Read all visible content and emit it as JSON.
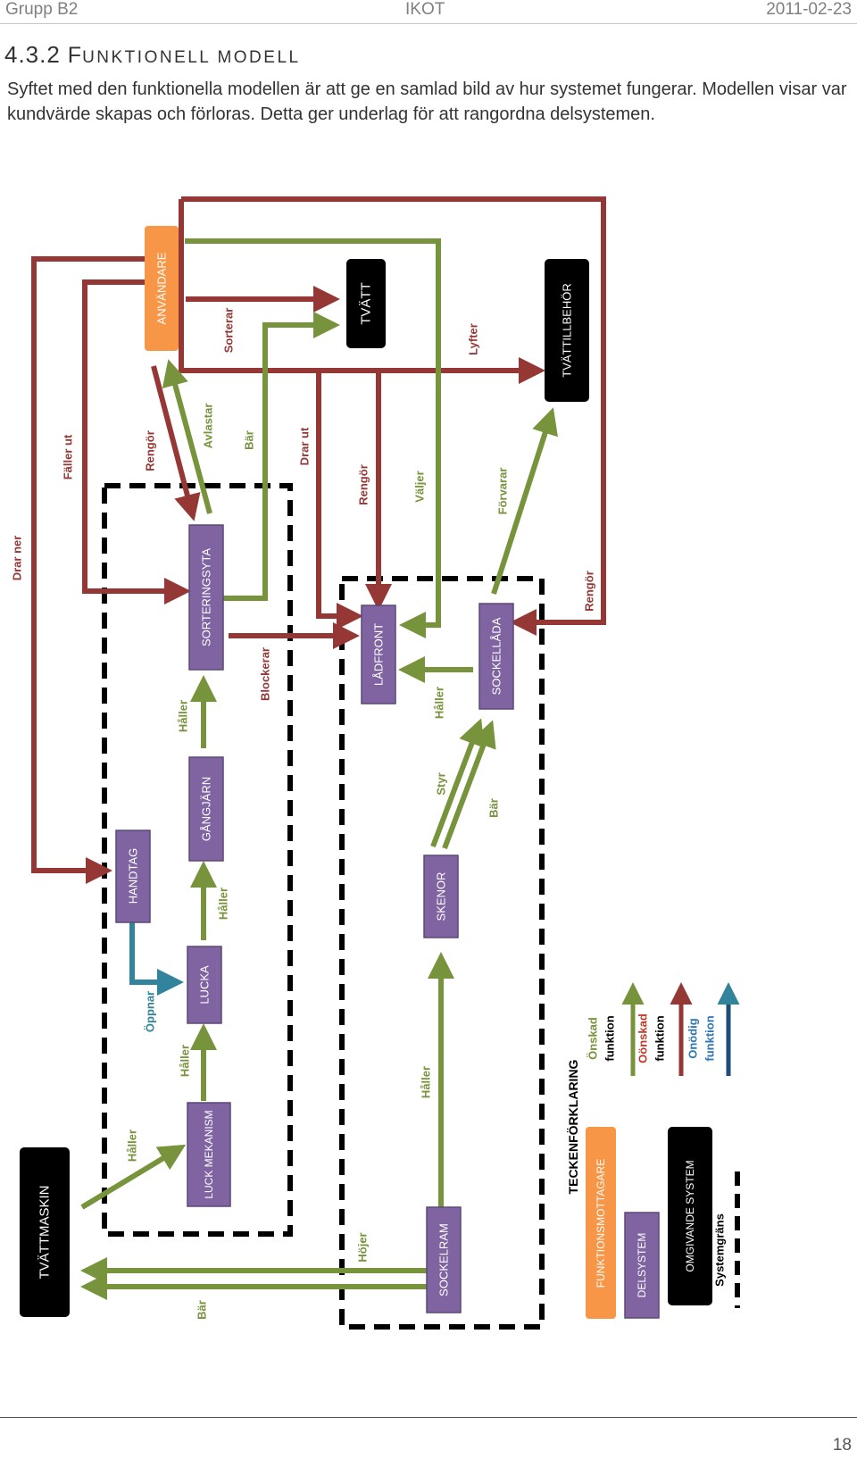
{
  "header": {
    "group": "Grupp B2",
    "course": "IKOT",
    "date": "2011-02-23"
  },
  "section": {
    "number": "4.3.2",
    "first_letter": "F",
    "title_rest": "UNKTIONELL MODELL"
  },
  "body": "Syftet med den funktionella modellen är att ge en samlad bild av hur systemet fungerar. Modellen visar var kundvärde skapas och förloras. Detta ger underlag för att rangordna delsystemen.",
  "colors": {
    "desired": "#77933c",
    "undesired": "#953735",
    "unnecessary": "#31849b",
    "receiver": "#f79646",
    "subsystem": "#8064a2",
    "environment": "#000000"
  },
  "nodes": {
    "anvandare": "ANVÄNDARE",
    "tvatt": "TVÄTT",
    "tvattillbehor": "TVÄTTILLBEHÖR",
    "sorteringsyta": "SORTERINGSYTA",
    "gangjarn": "GÅNGJÄRN",
    "handtag": "HANDTAG",
    "lucka": "LUCKA",
    "luckmekanism": "LUCK MEKANISM",
    "ladfront": "LÅDFRONT",
    "sockellada": "SOCKELLÅDA",
    "skenor": "SKENOR",
    "sockelram": "SOCKELRAM",
    "tvattmaskin": "TVÄTTMASKIN"
  },
  "labels": {
    "sorterar": "Sorterar",
    "lyfter": "Lyfter",
    "faller_ut": "Fäller ut",
    "drar_ner": "Drar ner",
    "rengor_1": "Rengör",
    "avlastar": "Avlastar",
    "bar_1": "Bär",
    "drar_ut": "Drar ut",
    "rengor_2": "Rengör",
    "valjer": "Väljer",
    "forvarar": "Förvarar",
    "rengor_3": "Rengör",
    "blockerar": "Blockerar",
    "haller_1": "Håller",
    "haller_2": "Håller",
    "haller_3": "Håller",
    "oppnar": "Öppnar",
    "haller_4": "Håller",
    "haller_5": "Håller",
    "styr": "Styr",
    "bar_2": "Bär",
    "haller_6": "Håller",
    "hojer": "Höjer",
    "bar_3": "Bär"
  },
  "legend": {
    "title": "TECKENFÖRKLARING",
    "receiver": "FUNKTIONSMOTTAGARE",
    "subsystem": "DELSYSTEM",
    "environment": "OMGIVANDE SYSTEM",
    "boundary": "Systemgräns",
    "desired_1": "Önskad",
    "desired_2": "funktion",
    "undesired_1": "Oönskad",
    "undesired_2": "funktion",
    "unnecessary_1": "Onödig",
    "unnecessary_2": "funktion"
  },
  "page_number": "18"
}
